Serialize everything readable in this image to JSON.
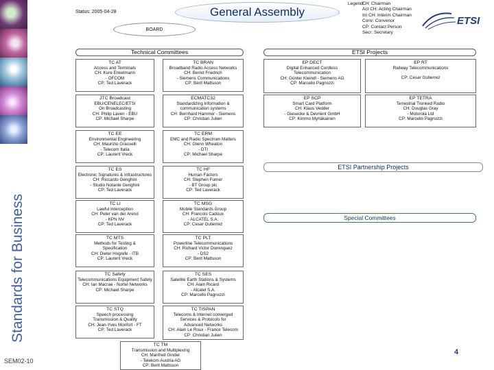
{
  "header": {
    "status": "Status: 2005-04-28",
    "title": "General Assembly",
    "board": "BOARD",
    "legend_label": "Legend:",
    "legend_items": [
      "CH: Chairman",
      "Act CH: Acting Chairman",
      "Int CH: Interim Chairman",
      "Conv: Convenor",
      "CP: Contact Person",
      "Secr: Secretary"
    ],
    "logo_text": "ETSI"
  },
  "sections": {
    "technical": "Technical Committees",
    "projects": "ETSI Projects",
    "partnership": "ETSI Partnership Projects",
    "committees": "Special Committees"
  },
  "sidebar": {
    "tagline": "Standards for Business",
    "doc_ref": "SEM02-10"
  },
  "page_number": "4",
  "technical_committees": [
    {
      "code": "TC AT",
      "lines": [
        "Access and Terminals",
        "CH: Kure Enkelmann",
        "- OFCOM",
        "CP: Ted Laverack"
      ]
    },
    {
      "code": "TC BRAN",
      "lines": [
        "Broadband Radio Access Networks",
        "CH: Bernd Friedrich",
        "- Siemens Communications",
        "CP: Berit Mattsson"
      ]
    },
    {
      "code": "JTC Broadcast",
      "lines": [
        "EBU/CENELEC/ETSI",
        "On Broadcasting",
        "CH: Philip Laven - EBU",
        "CP: Michael Sharpe"
      ]
    },
    {
      "code": "ECMATC32",
      "lines": [
        "Standardizing information &",
        "communication systems",
        "CH: Bernhard Hammer - Siemens",
        "CP: Christian Julien"
      ]
    },
    {
      "code": "TC EE",
      "lines": [
        "Environmental Engineering",
        "CH: Maurizio Grasselli",
        "- Telecom Italia",
        "CP: Laurent Vreck"
      ]
    },
    {
      "code": "TC ERM",
      "lines": [
        "EMC and Radio Spectrum Matters",
        "CH: Glenn Wheaton",
        "- DTI",
        "CP: Michael Sharpe"
      ]
    },
    {
      "code": "TC ES",
      "lines": [
        "Electronic Signatures & Infrastructures",
        "CH: Riccardo Genghini",
        "- Studio Notarile Genghini",
        "CP: Ted Laverack"
      ]
    },
    {
      "code": "TC HF",
      "lines": [
        "Human Factors",
        "CH: Stephen Furner",
        "- BT Group plc",
        "CP: Ted Laverack"
      ]
    },
    {
      "code": "TC LI",
      "lines": [
        "Lawful Interception",
        "CH: Peter van der Arend",
        "- KPN NV",
        "CP: Ted Laverack"
      ]
    },
    {
      "code": "TC MSG",
      "lines": [
        "Mobile Standards Group",
        "CH: Francois Cadoux",
        "- ALCATEL S.A.",
        "CP: Cesar Gutierrez"
      ]
    },
    {
      "code": "TC MTS",
      "lines": [
        "Methods for Testing &",
        "Specification",
        "CH: Dieter Hogrefe - ITB",
        "CP: Laurent Vreck"
      ]
    },
    {
      "code": "TC PLT",
      "lines": [
        "Powerline Telecommunications",
        "CH: Richard Victor Dominguez",
        "- DS2",
        "CP: Berit Mattsson"
      ]
    },
    {
      "code": "TC Safety",
      "lines": [
        "Telecommunications Equipment Safety",
        "CH: Ian Macrae - Nortel Networks",
        "CP: Michael Sharpe"
      ]
    },
    {
      "code": "TC SES",
      "lines": [
        "Satellite Earth Stations & Systems",
        "CH: Alain Ricard",
        "- Alcatel S.A.",
        "CP: Marcello Pagnozzi"
      ]
    },
    {
      "code": "TC STQ",
      "lines": [
        "Speech processing",
        "Transmission & Quality",
        "CH: Jean-Yves Monfort - FT",
        "CP: Ted Laverack"
      ]
    },
    {
      "code": "TC TISPAN",
      "lines": [
        "Telecoms & Internet converged",
        "Services & Protocols for",
        "Advanced Networks",
        "CH: Alain Le Roux - France Telecom",
        "CP: Christian Julien"
      ]
    },
    {
      "code": "TC TM",
      "lines": [
        "Transmission and Multiplexing",
        "CH: Manfred Ginder",
        "- Telekom Austria AG",
        "CP: Berit Mattsson"
      ]
    }
  ],
  "projects": [
    {
      "code": "EP DECT",
      "lines": [
        "Digital Enhanced Cordless",
        "Telecommunication",
        "CH: Günter Kleindl - Siemens AG",
        "CP: Marcello Pagnozzi"
      ]
    },
    {
      "code": "EP RT",
      "lines": [
        "Railway Telecommunications",
        "",
        "CP: Cesar Gutierrez"
      ]
    },
    {
      "code": "EP SCP",
      "lines": [
        "Smart Card Platform",
        "CH: Klaus Vedder",
        "- Giesecke & Devrient GmbH",
        "CP: Kimmo Myhäkainen"
      ]
    },
    {
      "code": "EP TETRA",
      "lines": [
        "Terrestrial Trunked Radio",
        "CH: Douglas Gray",
        "- Motorola Ltd",
        "CP: Marcello Pagnozzi"
      ]
    }
  ]
}
